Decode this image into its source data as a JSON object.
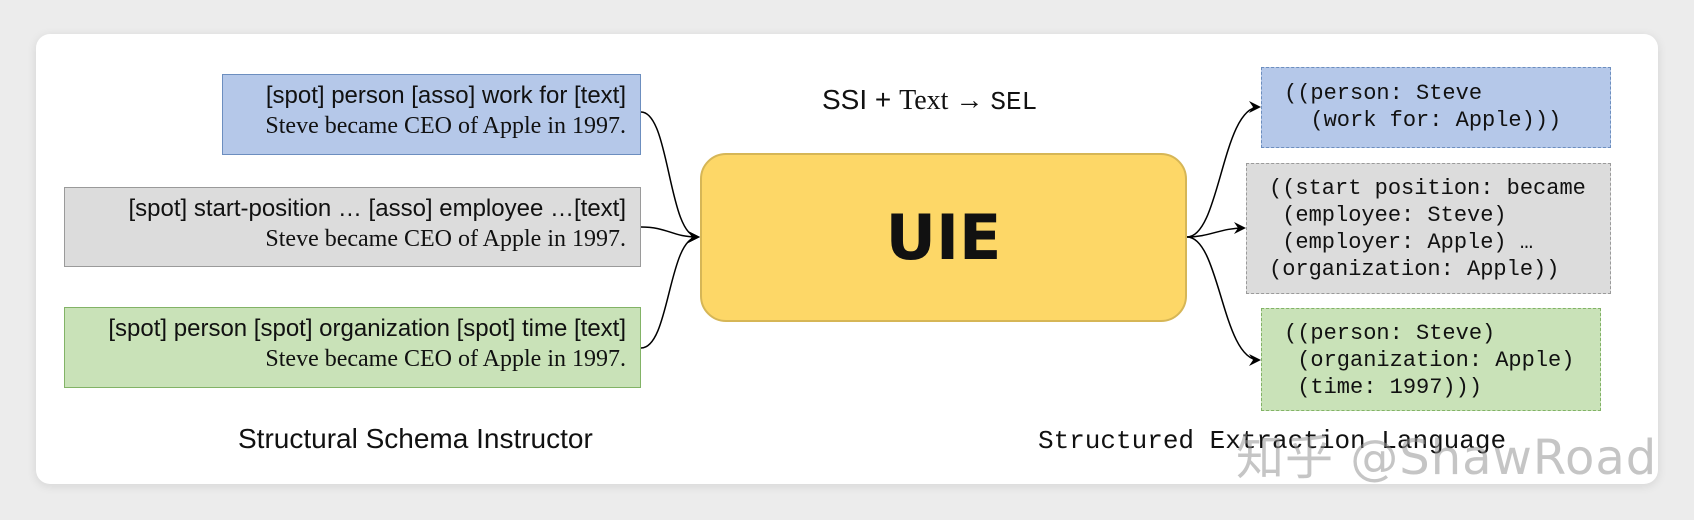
{
  "schema_instructor": {
    "blue": {
      "prompt": "[spot] person [asso] work for [text]",
      "text": "Steve became CEO of Apple in 1997.",
      "color": "#b5c8e9"
    },
    "gray": {
      "prompt": "[spot] start-position … [asso] employee …[text]",
      "text": "Steve became CEO of Apple in 1997.",
      "color": "#dcdcdc"
    },
    "green": {
      "prompt": "[spot] person [spot] organization [spot] time [text]",
      "text": "Steve became CEO of Apple in 1997.",
      "color": "#c9e2b8"
    },
    "caption": "Structural Schema Instructor"
  },
  "model": {
    "label": "UIE",
    "color": "#fdd767",
    "formula": {
      "ssi": "SSI",
      "plus": " + ",
      "text": "Text",
      "arrow": " → ",
      "sel": "SEL"
    }
  },
  "extraction_language": {
    "blue": "((person: Steve\n  (work for: Apple)))",
    "gray": "((start position: became\n (employee: Steve)\n (employer: Apple) …\n(organization: Apple))",
    "green": "((person: Steve)\n (organization: Apple)\n (time: 1997)))",
    "caption": "Structured Extraction Language"
  },
  "watermark": "知乎 @ShawRoad"
}
